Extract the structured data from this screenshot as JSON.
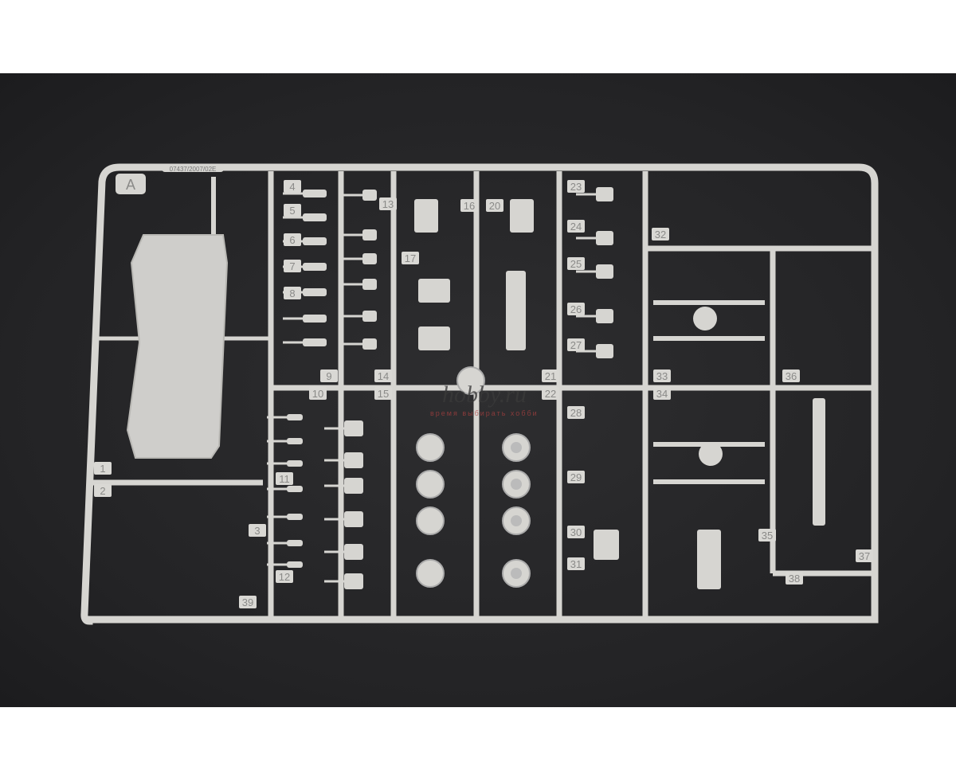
{
  "sprue": {
    "letter": "A",
    "code": "07437/2007/02E",
    "part_numbers": [
      "1",
      "2",
      "3",
      "4",
      "5",
      "6",
      "7",
      "8",
      "9",
      "10",
      "11",
      "12",
      "13",
      "14",
      "15",
      "16",
      "17",
      "20",
      "21",
      "22",
      "23",
      "24",
      "25",
      "26",
      "27",
      "28",
      "29",
      "30",
      "31",
      "32",
      "33",
      "34",
      "35",
      "36",
      "37",
      "38",
      "39"
    ]
  },
  "watermark": {
    "name": "hobby.ru",
    "slogan": "время выбирать хобби"
  },
  "colors": {
    "plastic": "#d6d5d1",
    "background": "#252527",
    "band": "#ffffff"
  }
}
